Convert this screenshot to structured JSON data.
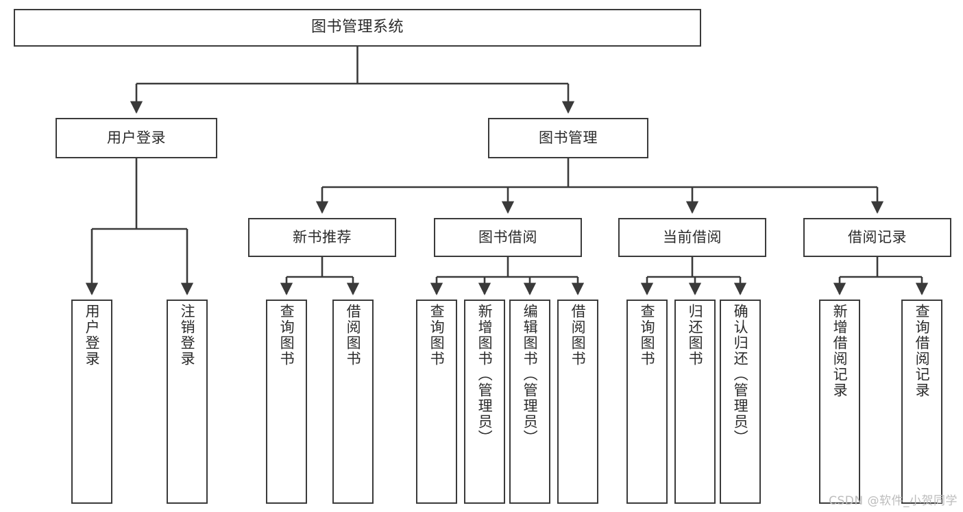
{
  "diagram": {
    "type": "tree-hierarchy",
    "title": "图书管理系统",
    "watermark": "CSDN @软件_小贺同学",
    "colors": {
      "box_border": "#3a3a3a",
      "box_fill": "#ffffff",
      "connector": "#3a3a3a",
      "text": "#2b2b2b",
      "watermark": "#bcbcbc",
      "background": "#ffffff"
    },
    "nodes": {
      "root": {
        "label": "图书管理系统",
        "orientation": "horizontal"
      },
      "level2": [
        {
          "id": "user-login",
          "label": "用户登录",
          "orientation": "horizontal"
        },
        {
          "id": "book-manage",
          "label": "图书管理",
          "orientation": "horizontal"
        }
      ],
      "level3": [
        {
          "id": "new-book-recommend",
          "label": "新书推荐",
          "orientation": "horizontal"
        },
        {
          "id": "book-borrow",
          "label": "图书借阅",
          "orientation": "horizontal"
        },
        {
          "id": "current-borrow",
          "label": "当前借阅",
          "orientation": "horizontal"
        },
        {
          "id": "borrow-record",
          "label": "借阅记录",
          "orientation": "horizontal"
        }
      ],
      "leaves": [
        {
          "id": "leaf-user-login",
          "label": "用户登录",
          "parent": "user-login",
          "orientation": "vertical"
        },
        {
          "id": "leaf-user-logout",
          "label": "注销登录",
          "parent": "user-login",
          "orientation": "vertical"
        },
        {
          "id": "leaf-query-book-1",
          "label": "查询图书",
          "parent": "new-book-recommend",
          "orientation": "vertical"
        },
        {
          "id": "leaf-borrow-book-1",
          "label": "借阅图书",
          "parent": "new-book-recommend",
          "orientation": "vertical"
        },
        {
          "id": "leaf-query-book-2",
          "label": "查询图书",
          "parent": "book-borrow",
          "orientation": "vertical"
        },
        {
          "id": "leaf-add-book",
          "label": "新增图书（管理员）",
          "parent": "book-borrow",
          "orientation": "vertical"
        },
        {
          "id": "leaf-edit-book",
          "label": "编辑图书（管理员）",
          "parent": "book-borrow",
          "orientation": "vertical"
        },
        {
          "id": "leaf-borrow-book-2",
          "label": "借阅图书",
          "parent": "book-borrow",
          "orientation": "vertical"
        },
        {
          "id": "leaf-query-book-3",
          "label": "查询图书",
          "parent": "current-borrow",
          "orientation": "vertical"
        },
        {
          "id": "leaf-return-book",
          "label": "归还图书",
          "parent": "current-borrow",
          "orientation": "vertical"
        },
        {
          "id": "leaf-confirm-return",
          "label": "确认归还（管理员）",
          "parent": "current-borrow",
          "orientation": "vertical"
        },
        {
          "id": "leaf-add-record",
          "label": "新增借阅记录",
          "parent": "borrow-record",
          "orientation": "vertical"
        },
        {
          "id": "leaf-query-record",
          "label": "查询借阅记录",
          "parent": "borrow-record",
          "orientation": "vertical"
        }
      ]
    }
  }
}
